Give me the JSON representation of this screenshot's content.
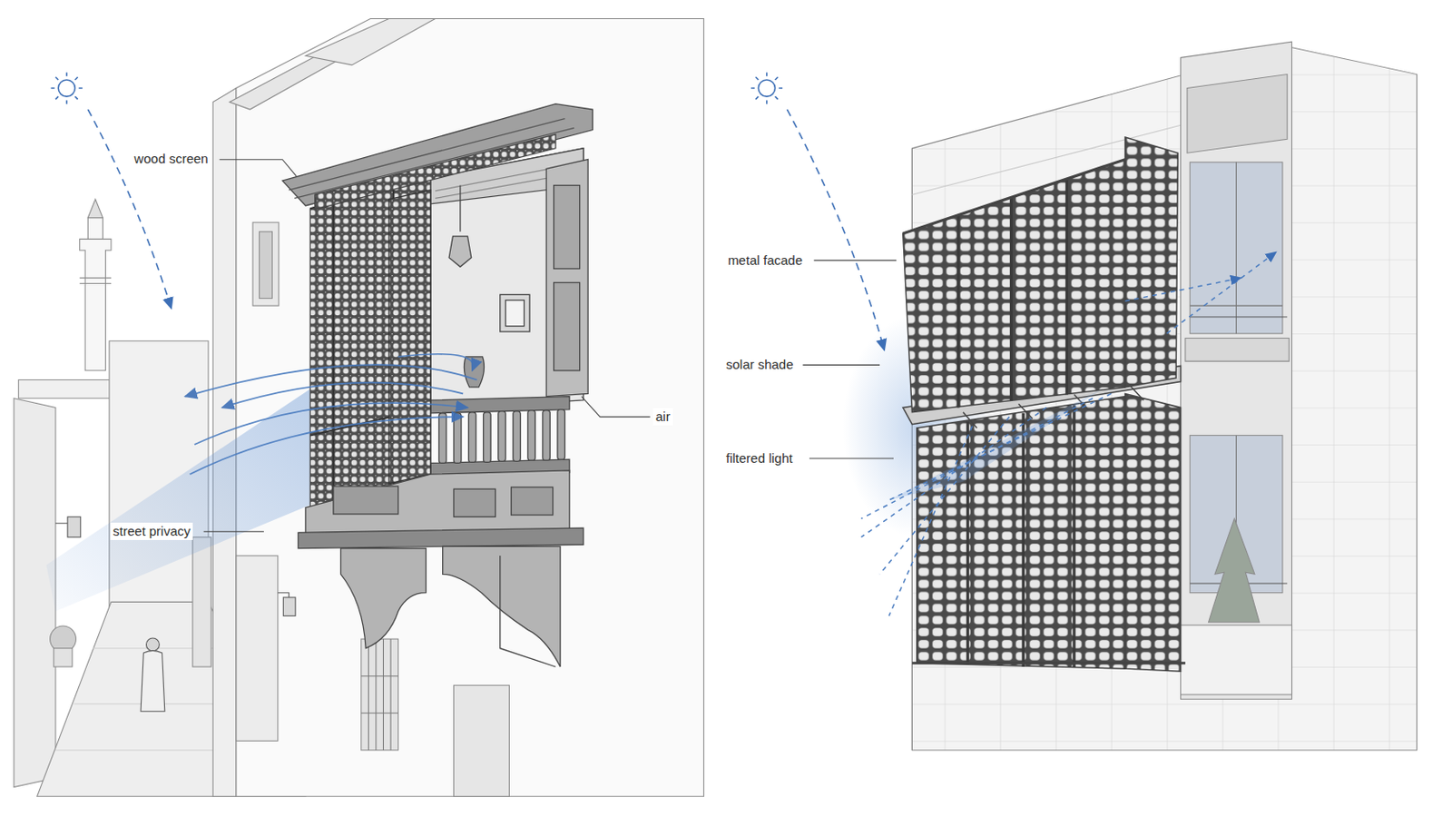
{
  "diagram": {
    "labels": [
      "wood screen",
      "air",
      "street privacy",
      "metal facade",
      "solar shade",
      "filtered light"
    ]
  }
}
